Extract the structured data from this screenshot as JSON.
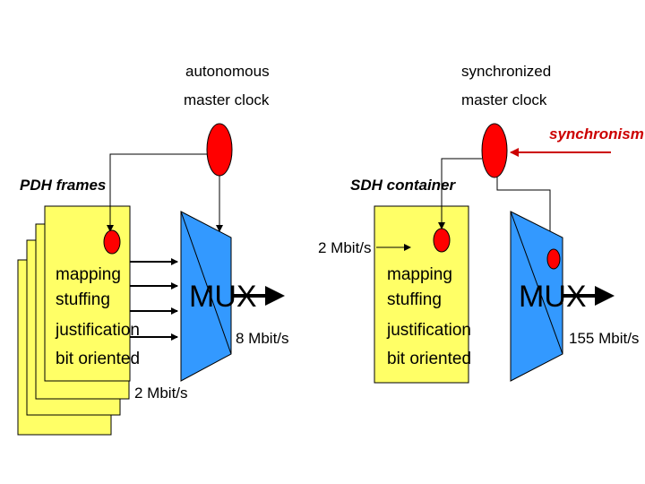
{
  "left": {
    "clock_label_line1": "autonomous",
    "clock_label_line2": "master clock",
    "frames_label": "PDH frames",
    "card_line1": "mapping",
    "card_line2": "stuffing",
    "card_line3": "justification",
    "card_line4": "bit oriented",
    "mux_label": "MUX",
    "input_rate": "2 Mbit/s",
    "output_rate": "8 Mbit/s"
  },
  "right": {
    "clock_label_line1": "synchronized",
    "clock_label_line2": "master clock",
    "sync_label": "synchronism",
    "container_label": "SDH container",
    "card_line1": "mapping",
    "card_line2": "stuffing",
    "card_line3": "justification",
    "card_line4": "bit oriented",
    "mux_label": "MUX",
    "input_rate": "2 Mbit/s",
    "output_rate": "155 Mbit/s"
  },
  "colors": {
    "card_fill": "#ffff66",
    "mux_fill": "#3399ff",
    "clock_fill": "#ff0000",
    "sync_arrow": "#cc0000"
  }
}
